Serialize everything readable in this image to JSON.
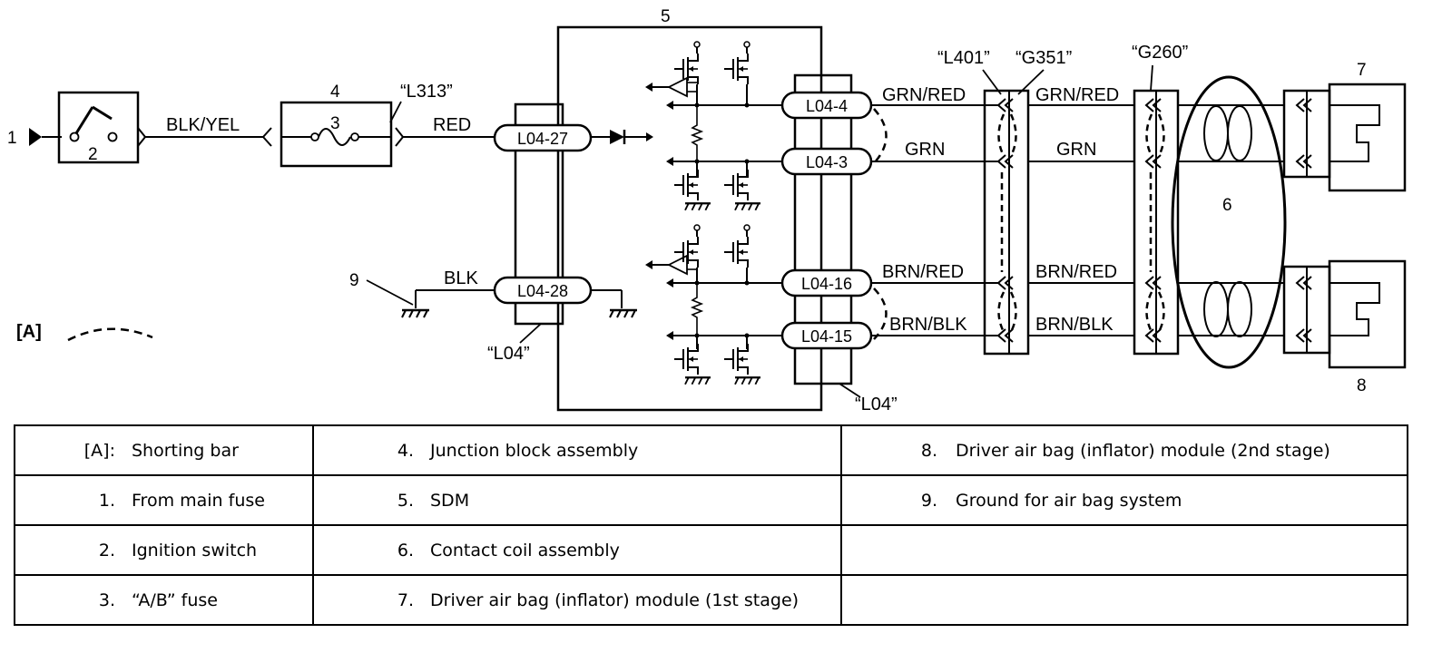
{
  "diagram": {
    "labels": {
      "n1": "1",
      "n2": "2",
      "n3": "3",
      "n4": "4",
      "n5": "5",
      "n6": "6",
      "n7": "7",
      "n8": "8",
      "n9": "9",
      "shorting_bar_marker": "[A]",
      "wire_blk_yel": "BLK/YEL",
      "wire_red": "RED",
      "wire_blk": "BLK",
      "wire_grn_red_1": "GRN/RED",
      "wire_grn_red_2": "GRN/RED",
      "wire_grn_1": "GRN",
      "wire_grn_2": "GRN",
      "wire_brn_red_1": "BRN/RED",
      "wire_brn_red_2": "BRN/RED",
      "wire_brn_blk_1": "BRN/BLK",
      "wire_brn_blk_2": "BRN/BLK",
      "conn_l313": "“L313”",
      "conn_l401": "“L401”",
      "conn_g351": "“G351”",
      "conn_g260": "“G260”",
      "conn_l04_a": "“L04”",
      "conn_l04_b": "“L04”",
      "term_l04_27": "L04-27",
      "term_l04_28": "L04-28",
      "term_l04_4": "L04-4",
      "term_l04_3": "L04-3",
      "term_l04_16": "L04-16",
      "term_l04_15": "L04-15"
    }
  },
  "legend": {
    "rows": [
      [
        {
          "key": "[A]:",
          "value": "Shorting bar"
        },
        {
          "key": "4.",
          "value": "Junction block assembly"
        },
        {
          "key": "8.",
          "value": "Driver air bag (inflator) module (2nd stage)"
        }
      ],
      [
        {
          "key": "1.",
          "value": "From main fuse"
        },
        {
          "key": "5.",
          "value": "SDM"
        },
        {
          "key": "9.",
          "value": "Ground for air bag system"
        }
      ],
      [
        {
          "key": "2.",
          "value": "Ignition switch"
        },
        {
          "key": "6.",
          "value": "Contact coil assembly"
        },
        {
          "key": "",
          "value": ""
        }
      ],
      [
        {
          "key": "3.",
          "value": "“A/B” fuse"
        },
        {
          "key": "7.",
          "value": "Driver air bag (inflator) module (1st stage)"
        },
        {
          "key": "",
          "value": ""
        }
      ]
    ]
  }
}
